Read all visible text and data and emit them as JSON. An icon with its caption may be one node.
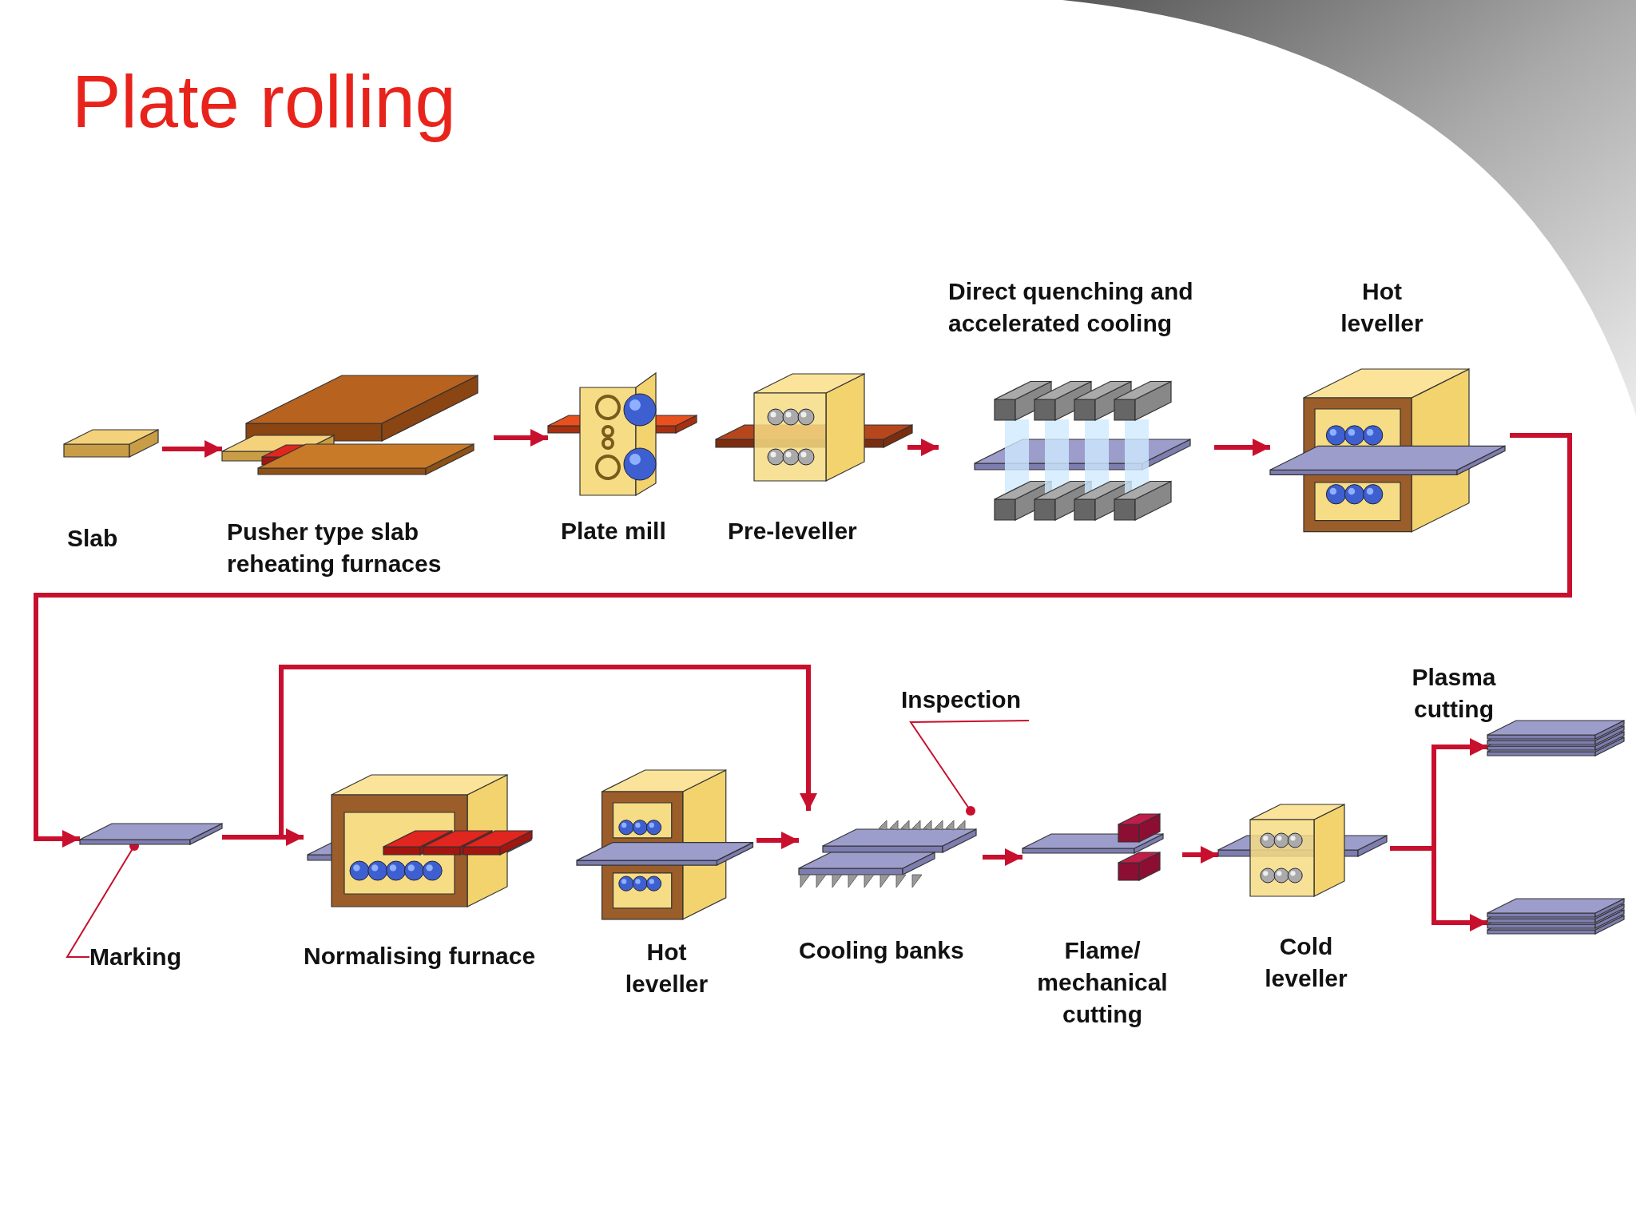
{
  "diagram": {
    "title": "Plate rolling",
    "nodes": [
      {
        "text": [
          "Slab"
        ]
      },
      {
        "text": [
          "Pusher type slab reheating furnaces"
        ]
      },
      {
        "text": [
          "Plate mill"
        ]
      },
      {
        "text": [
          "Pre-leveller"
        ]
      },
      {
        "text": [
          "Direct quenching and accelerated cooling"
        ]
      },
      {
        "text": [
          "Hot leveller"
        ]
      },
      {
        "text": [],
        "shape": "picture"
      },
      {
        "text": [
          "Marking"
        ]
      },
      {
        "text": [
          "Normalising furnace"
        ]
      },
      {
        "text": [
          "Hot leveller"
        ]
      },
      {
        "text": [
          "Cooling banks"
        ]
      },
      {
        "text": [
          "Inspection"
        ]
      },
      {
        "text": [
          "Flame/ mechanical cutting"
        ]
      },
      {
        "text": [
          "Cold leveller"
        ]
      },
      {
        "text": [],
        "shape": "picture"
      },
      {
        "text": [],
        "shape": "picture"
      }
    ],
    "edges": [
      {
        "from": 0,
        "to": 1,
        "arrow": "to"
      },
      {
        "from": 1,
        "to": 2,
        "arrow": "to"
      },
      {
        "from": 3,
        "to": 4,
        "arrow": "to"
      },
      {
        "from": 4,
        "to": 5,
        "arrow": "to"
      },
      {
        "from": 5,
        "to": 6,
        "arrow": "to"
      },
      {
        "from": 6,
        "to": 8,
        "arrow": "to"
      },
      {
        "from": 6,
        "to": 10,
        "arrow": "to"
      },
      {
        "from": 9,
        "to": 10,
        "arrow": "to"
      },
      {
        "from": 10,
        "to": 12,
        "arrow": "to"
      },
      {
        "from": 12,
        "to": 13,
        "arrow": "to"
      },
      {
        "from": 13,
        "to": 14,
        "arrow": "to"
      },
      {
        "from": 13,
        "to": 15,
        "arrow": "to"
      },
      {
        "from": 7,
        "to": 6,
        "arrow": "other"
      },
      {
        "from": 11,
        "to": 10,
        "arrow": "other"
      }
    ],
    "labels": [
      "Plasma cutting"
    ]
  }
}
